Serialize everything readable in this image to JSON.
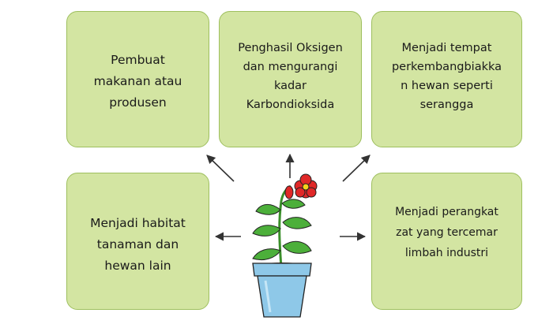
{
  "boxes": {
    "top_left": "Pembuat\nmakanan atau\nprodusen",
    "top_center": "Penghasil Oksigen\ndan mengurangi\nkadar\nKarbondioksida",
    "top_right": "Menjadi tempat\nperkembangbiakka\nn hewan seperti\nserangga",
    "bottom_left": "Menjadi habitat\ntanaman dan\nhewan lain",
    "bottom_right": "Menjadi perangkat\nzat yang tercemar\nlimbah industri"
  },
  "colors": {
    "box_fill": "#d3e5a2",
    "box_border": "#9ebf5e",
    "pot": "#8ec8e8",
    "leaf": "#4caf3a",
    "flower": "#e02828"
  },
  "icons": [
    "potted-plant-icon"
  ]
}
